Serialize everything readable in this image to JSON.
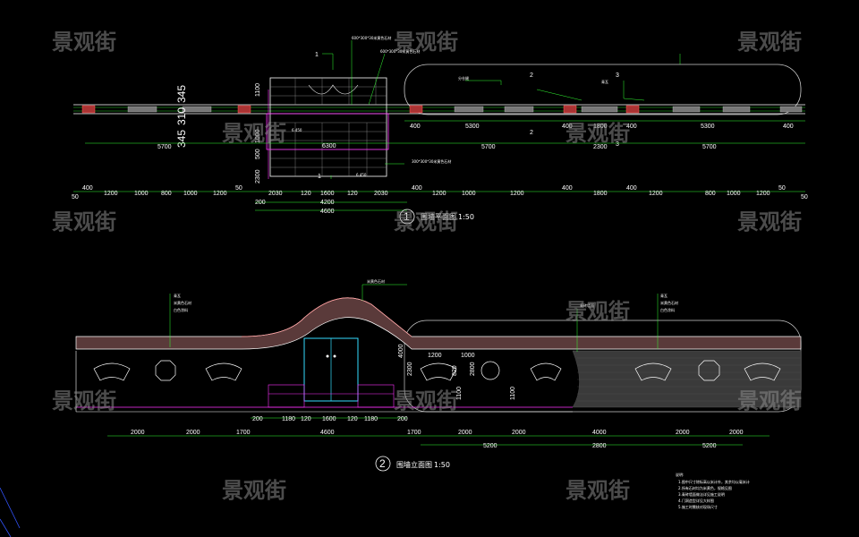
{
  "plan": {
    "number": "1",
    "title": "围墙平面图",
    "scale": "1:50",
    "callouts": {
      "c1": "1",
      "c2": "2",
      "c3": "3"
    },
    "vertical_dims": [
      "345",
      "310",
      "345"
    ],
    "gate_dims": [
      "1100",
      "1000",
      "500",
      "2300"
    ],
    "top_dims": [
      "400",
      "5300",
      "400",
      "1800",
      "400",
      "5300",
      "400"
    ],
    "mid_dims": [
      "5700",
      "2300",
      "5700",
      "6300"
    ],
    "bottom_dims": [
      "400",
      "1200",
      "1000",
      "800",
      "1000",
      "1200",
      "50",
      "2030",
      "120",
      "1600",
      "120",
      "2030",
      "400",
      "1200",
      "1000",
      "1200",
      "400",
      "1800",
      "400",
      "1200",
      "800",
      "1000",
      "1200",
      "50"
    ],
    "gate_width_dims": [
      "200",
      "4200",
      "4600"
    ],
    "edge_dims": [
      "50",
      "50"
    ],
    "notes": [
      "600*300*30米黄色石材",
      "600*300*30米黄色石材",
      "青瓦",
      "分仓缝",
      "300*300*30米黄色石材",
      "6.450",
      "6.450"
    ]
  },
  "elevation": {
    "number": "2",
    "title": "围墙立面图",
    "scale": "1:50",
    "height_dims": [
      "4000",
      "2300",
      "1200",
      "820",
      "1100",
      "2800",
      "1000"
    ],
    "bottom_dims": [
      "200",
      "1180",
      "120",
      "1600",
      "120",
      "1180",
      "200"
    ],
    "overall_dims": [
      "2000",
      "2000",
      "1700",
      "4600",
      "1700",
      "2000",
      "2000",
      "4000",
      "2000",
      "2000"
    ],
    "lower_dims": [
      "5200",
      "2800",
      "5200"
    ],
    "notes": [
      "青瓦",
      "米黄色石材",
      "白色涂料",
      "青砖墙面"
    ],
    "remarks_title": "说明:",
    "remarks": [
      "1.图中尺寸除标高以米计外，其余均以毫米计",
      "2.所有石材均为米黄色，规格见图",
      "3.青砖墙面做法详见施工说明",
      "4.门洞造型详见大样图",
      "5.施工时需核对现场尺寸"
    ]
  },
  "watermark": "景观街",
  "colors": {
    "background": "#000000",
    "line": "#ffffff",
    "dim_line": "#33ff33",
    "magenta": "#ff33ff",
    "cyan": "#33ddff",
    "yellow": "#ffff66",
    "red": "#ff4444"
  }
}
